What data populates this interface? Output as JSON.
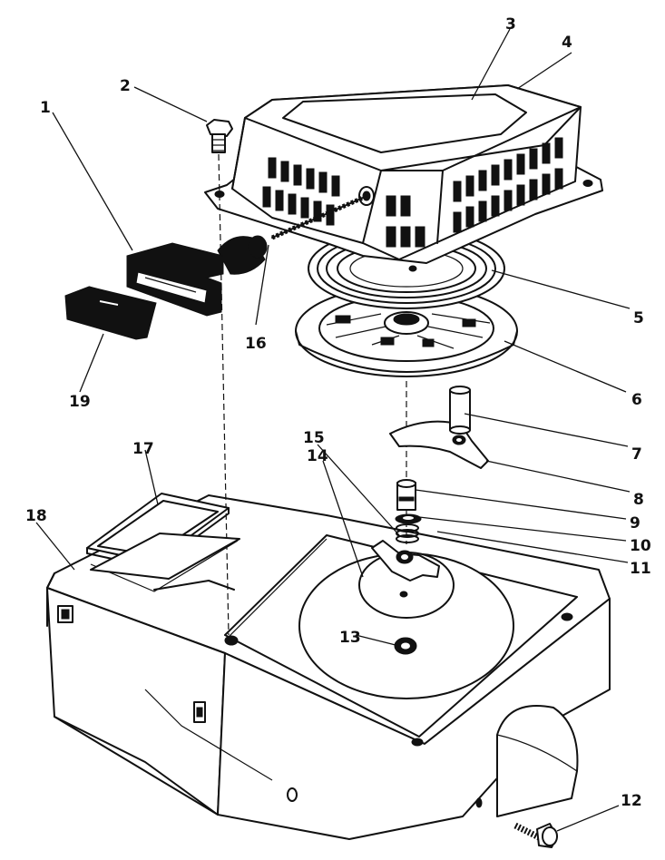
{
  "callouts": [
    {
      "id": "1",
      "label": "1"
    },
    {
      "id": "2",
      "label": "2"
    },
    {
      "id": "3",
      "label": "3"
    },
    {
      "id": "4",
      "label": "4"
    },
    {
      "id": "5",
      "label": "5"
    },
    {
      "id": "6",
      "label": "6"
    },
    {
      "id": "7",
      "label": "7"
    },
    {
      "id": "8",
      "label": "8"
    },
    {
      "id": "9",
      "label": "9"
    },
    {
      "id": "10",
      "label": "10"
    },
    {
      "id": "11",
      "label": "11"
    },
    {
      "id": "12",
      "label": "12"
    },
    {
      "id": "13",
      "label": "13"
    },
    {
      "id": "14",
      "label": "14"
    },
    {
      "id": "15",
      "label": "15"
    },
    {
      "id": "16",
      "label": "16"
    },
    {
      "id": "17",
      "label": "17"
    },
    {
      "id": "18",
      "label": "18"
    },
    {
      "id": "19",
      "label": "19"
    }
  ],
  "colors": {
    "ink": "#111111",
    "paper": "#ffffff"
  }
}
